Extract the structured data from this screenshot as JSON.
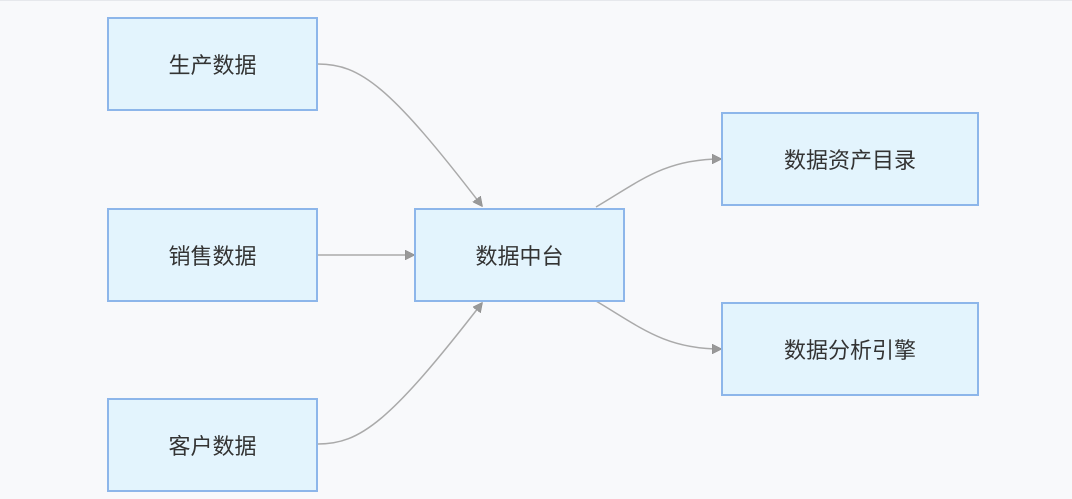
{
  "diagram": {
    "nodes": {
      "production": "生产数据",
      "sales": "销售数据",
      "customer": "客户数据",
      "hub": "数据中台",
      "catalog": "数据资产目录",
      "engine": "数据分析引擎"
    },
    "colors": {
      "node_fill": "#e3f4fd",
      "node_border": "#8db6ea",
      "edge": "#aaaaaa",
      "arrow": "#999999"
    }
  }
}
